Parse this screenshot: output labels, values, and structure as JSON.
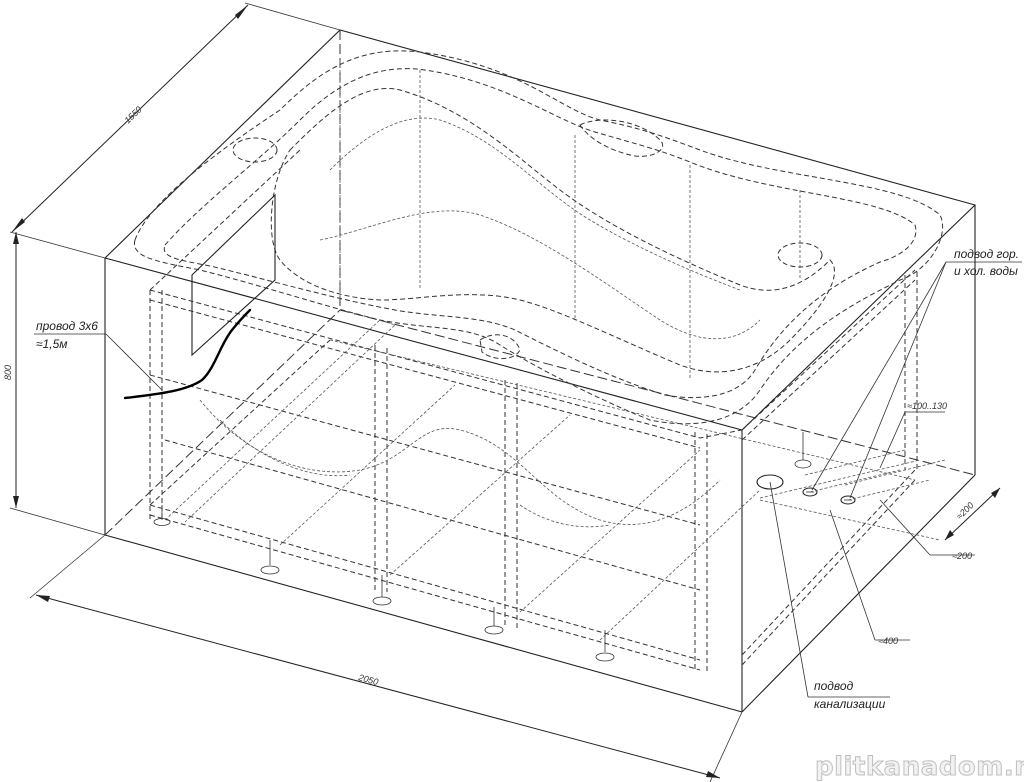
{
  "dimensions": {
    "length": "2050",
    "width": "1550",
    "height": "800",
    "offset_100_130": "≈100..130",
    "offset_200a": "≈200",
    "offset_200b": "≈200",
    "offset_400": "≈400"
  },
  "callouts": {
    "wire_line1": "провод 3х6",
    "wire_line2": "≈1,5м",
    "water_line1": "подвод гор.",
    "water_line2": "и хол. воды",
    "drain_line1": "подвод",
    "drain_line2": "канализации"
  },
  "watermark": "plitkanadom.ru"
}
